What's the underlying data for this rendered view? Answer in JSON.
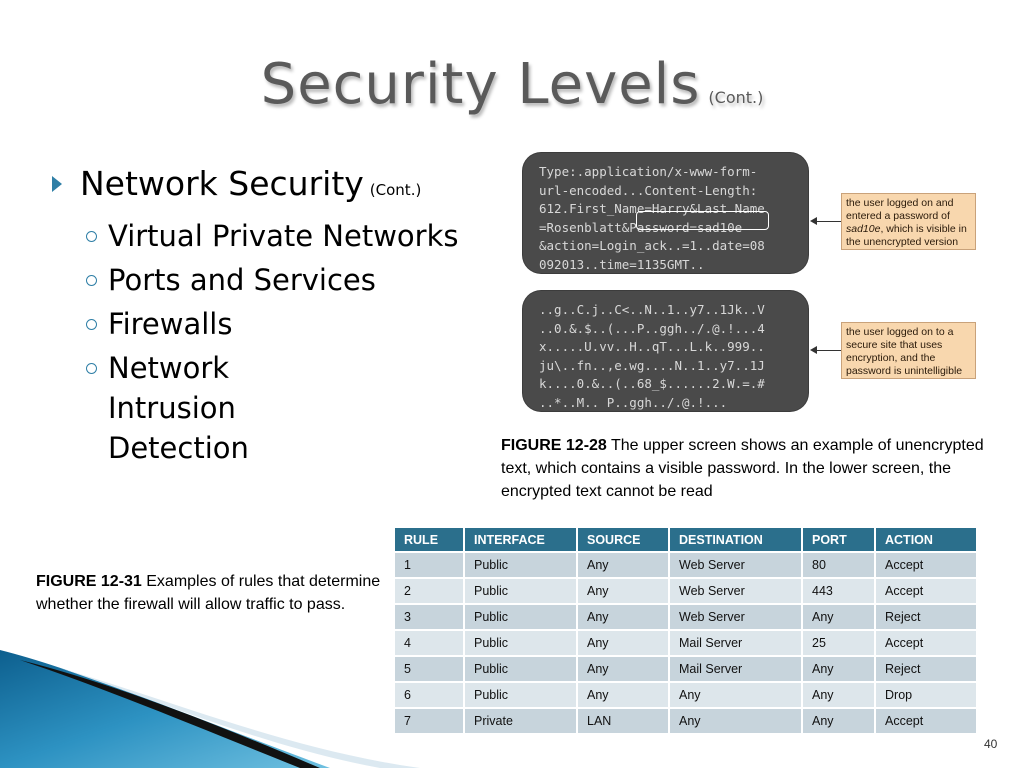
{
  "title": {
    "main": "Security Levels",
    "sub": "(Cont.)"
  },
  "bullets": {
    "main": "Network Security",
    "main_sub": "(Cont.)",
    "items": [
      "Virtual Private Networks",
      "Ports and Services",
      "Firewalls",
      "Network Intrusion Detection"
    ]
  },
  "terminal_unencrypted": [
    "Type:.application/x-www-form-",
    "url-encoded...Content-Length:",
    "612.First_Name=Harry&Last Name",
    "=Rosenblatt&Password=sad10e",
    "&action=Login_ack..=1..date=08",
    "092013..time=1135GMT.."
  ],
  "terminal_encrypted": [
    "..g..C.j..C<..N..1..y7..1Jk..V",
    "..0.&.$..(...P..ggh../.@.!...4",
    "x.....U.vv..H..qT...L.k..999..",
    "ju\\..fn..,e.wg....N..1..y7..1J",
    "k....0.&..(..68_$......2.W.=.#",
    "..*..M.. P..ggh../.@.!..."
  ],
  "notes": {
    "note1_a": "the user logged on and entered a password of ",
    "note1_b": "sad10e",
    "note1_c": ", which is visible in the unencrypted version",
    "note2": "the user logged on to a secure site that uses encryption, and the password is unintelligible"
  },
  "caption_top": {
    "label": "FIGURE 12-28",
    "text": " The upper screen shows an example of unencrypted text, which contains a visible password. In the lower screen, the encrypted text cannot be read"
  },
  "caption_left": {
    "label": "FIGURE 12-31",
    "text": " Examples of rules that determine whether the firewall will allow traffic to pass."
  },
  "table": {
    "headers": [
      "RULE",
      "INTERFACE",
      "SOURCE",
      "DESTINATION",
      "PORT",
      "ACTION"
    ],
    "rows": [
      [
        "1",
        "Public",
        "Any",
        "Web Server",
        "80",
        "Accept"
      ],
      [
        "2",
        "Public",
        "Any",
        "Web Server",
        "443",
        "Accept"
      ],
      [
        "3",
        "Public",
        "Any",
        "Web Server",
        "Any",
        "Reject"
      ],
      [
        "4",
        "Public",
        "Any",
        "Mail Server",
        "25",
        "Accept"
      ],
      [
        "5",
        "Public",
        "Any",
        "Mail Server",
        "Any",
        "Reject"
      ],
      [
        "6",
        "Public",
        "Any",
        "Any",
        "Any",
        "Drop"
      ],
      [
        "7",
        "Private",
        "LAN",
        "Any",
        "Any",
        "Accept"
      ]
    ]
  },
  "page_number": "40",
  "colors": {
    "accent": "#2f7fa6",
    "table_header": "#2b6f8c",
    "note_bg": "#f8d7ae",
    "terminal_bg": "#4a4a4a"
  }
}
